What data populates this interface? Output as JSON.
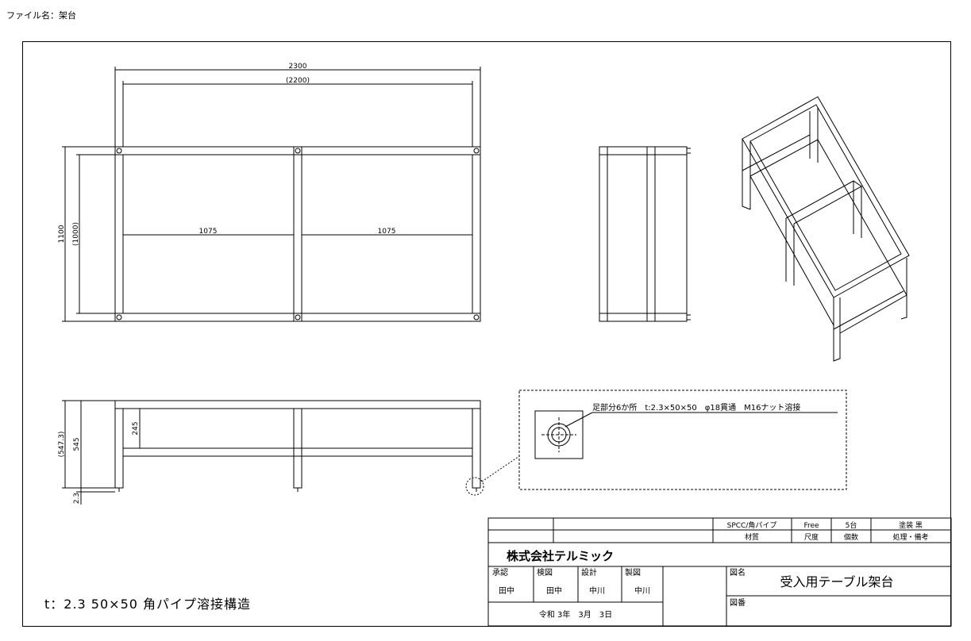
{
  "header": {
    "file_label": "ファイル名：架台"
  },
  "dimensions": {
    "overall_width": "2300",
    "inner_width": "(2200)",
    "left_span": "1075",
    "right_span": "1075",
    "overall_depth": "1100",
    "inner_depth": "(1000)",
    "height_total": "(547.3)",
    "height_frame": "545",
    "height_rail": "245",
    "plate_thickness": "2.3"
  },
  "detail": {
    "callout": "足部分6か所　t:2.3×50×50　φ18貫通　M16ナット溶接"
  },
  "title_block": {
    "material": "SPCC/角パイプ",
    "scale": "Free",
    "quantity": "5台",
    "finish": "塗装 黒",
    "material_label": "材質",
    "scale_label": "尺度",
    "quantity_label": "個数",
    "remarks_label": "処理・備考",
    "company": "株式会社テルミック",
    "roles": [
      {
        "label": "承認",
        "name": "田中"
      },
      {
        "label": "検図",
        "name": "田中"
      },
      {
        "label": "設計",
        "name": "中川"
      },
      {
        "label": "製図",
        "name": "中川"
      }
    ],
    "date": "令和 3年　3月　3日",
    "drawing_name_label": "図名",
    "drawing_name": "受入用テーブル架台",
    "drawing_number_label": "図番"
  },
  "note": "t：2.3 50×50 角パイプ溶接構造"
}
